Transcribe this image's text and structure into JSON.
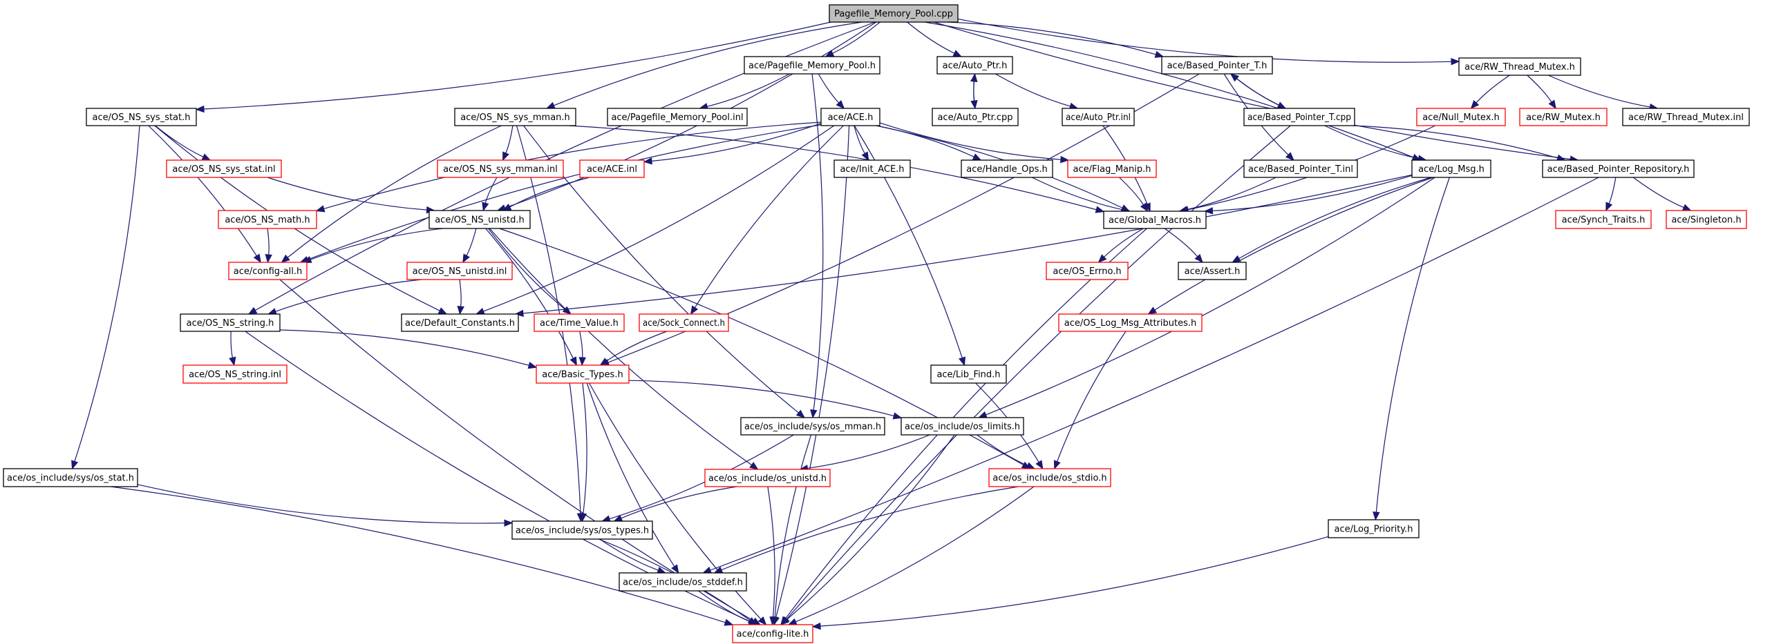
{
  "title": "Pagefile_Memory_Pool.cpp",
  "colors": {
    "edge": "#191970",
    "root_fill": "#bfbfbf",
    "documented_border": "#000000",
    "undocumented_border": "#ff0000"
  },
  "nodes": [
    {
      "id": "root",
      "label": "Pagefile_Memory_Pool.cpp",
      "kind": "root"
    },
    {
      "id": "pmp_h",
      "label": "ace/Pagefile_Memory_Pool.h",
      "kind": "documented"
    },
    {
      "id": "auto_h",
      "label": "ace/Auto_Ptr.h",
      "kind": "documented"
    },
    {
      "id": "bpt_h",
      "label": "ace/Based_Pointer_T.h",
      "kind": "documented"
    },
    {
      "id": "rwtm_h",
      "label": "ace/RW_Thread_Mutex.h",
      "kind": "documented"
    },
    {
      "id": "sysstat_h",
      "label": "ace/OS_NS_sys_stat.h",
      "kind": "documented"
    },
    {
      "id": "sysmman_h",
      "label": "ace/OS_NS_sys_mman.h",
      "kind": "documented"
    },
    {
      "id": "pmp_inl",
      "label": "ace/Pagefile_Memory_Pool.inl",
      "kind": "documented"
    },
    {
      "id": "ace_h",
      "label": "ace/ACE.h",
      "kind": "documented"
    },
    {
      "id": "auto_cpp",
      "label": "ace/Auto_Ptr.cpp",
      "kind": "documented"
    },
    {
      "id": "auto_inl",
      "label": "ace/Auto_Ptr.inl",
      "kind": "documented"
    },
    {
      "id": "bpt_cpp",
      "label": "ace/Based_Pointer_T.cpp",
      "kind": "documented"
    },
    {
      "id": "nullmutex_h",
      "label": "ace/Null_Mutex.h",
      "kind": "undocumented"
    },
    {
      "id": "rwmutex_h",
      "label": "ace/RW_Mutex.h",
      "kind": "undocumented"
    },
    {
      "id": "rwtm_inl",
      "label": "ace/RW_Thread_Mutex.inl",
      "kind": "documented"
    },
    {
      "id": "sysstat_inl",
      "label": "ace/OS_NS_sys_stat.inl",
      "kind": "undocumented"
    },
    {
      "id": "sysmman_inl",
      "label": "ace/OS_NS_sys_mman.inl",
      "kind": "undocumented"
    },
    {
      "id": "ace_inl",
      "label": "ace/ACE.inl",
      "kind": "undocumented"
    },
    {
      "id": "initace_h",
      "label": "ace/Init_ACE.h",
      "kind": "documented"
    },
    {
      "id": "handleops_h",
      "label": "ace/Handle_Ops.h",
      "kind": "documented"
    },
    {
      "id": "flagmanip_h",
      "label": "ace/Flag_Manip.h",
      "kind": "undocumented"
    },
    {
      "id": "bpt_inl",
      "label": "ace/Based_Pointer_T.inl",
      "kind": "documented"
    },
    {
      "id": "logmsg_h",
      "label": "ace/Log_Msg.h",
      "kind": "documented"
    },
    {
      "id": "bpr_h",
      "label": "ace/Based_Pointer_Repository.h",
      "kind": "documented"
    },
    {
      "id": "math_h",
      "label": "ace/OS_NS_math.h",
      "kind": "undocumented"
    },
    {
      "id": "unistd_h",
      "label": "ace/OS_NS_unistd.h",
      "kind": "documented"
    },
    {
      "id": "globalmacros_h",
      "label": "ace/Global_Macros.h",
      "kind": "documented"
    },
    {
      "id": "synchtraits_h",
      "label": "ace/Synch_Traits.h",
      "kind": "undocumented"
    },
    {
      "id": "singleton_h",
      "label": "ace/Singleton.h",
      "kind": "undocumented"
    },
    {
      "id": "configall_h",
      "label": "ace/config-all.h",
      "kind": "undocumented"
    },
    {
      "id": "unistd_inl",
      "label": "ace/OS_NS_unistd.inl",
      "kind": "undocumented"
    },
    {
      "id": "oserrno_h",
      "label": "ace/OS_Errno.h",
      "kind": "undocumented"
    },
    {
      "id": "assert_h",
      "label": "ace/Assert.h",
      "kind": "documented"
    },
    {
      "id": "string_h",
      "label": "ace/OS_NS_string.h",
      "kind": "documented"
    },
    {
      "id": "defconst_h",
      "label": "ace/Default_Constants.h",
      "kind": "documented"
    },
    {
      "id": "timevalue_h",
      "label": "ace/Time_Value.h",
      "kind": "undocumented"
    },
    {
      "id": "sockconnect_h",
      "label": "ace/Sock_Connect.h",
      "kind": "undocumented"
    },
    {
      "id": "oslogmsgattr_h",
      "label": "ace/OS_Log_Msg_Attributes.h",
      "kind": "undocumented"
    },
    {
      "id": "string_inl",
      "label": "ace/OS_NS_string.inl",
      "kind": "undocumented"
    },
    {
      "id": "basictypes_h",
      "label": "ace/Basic_Types.h",
      "kind": "undocumented"
    },
    {
      "id": "libfind_h",
      "label": "ace/Lib_Find.h",
      "kind": "documented"
    },
    {
      "id": "os_mman_h",
      "label": "ace/os_include/sys/os_mman.h",
      "kind": "documented"
    },
    {
      "id": "os_limits_h",
      "label": "ace/os_include/os_limits.h",
      "kind": "documented"
    },
    {
      "id": "os_stat_h",
      "label": "ace/os_include/sys/os_stat.h",
      "kind": "documented"
    },
    {
      "id": "os_unistd_h",
      "label": "ace/os_include/os_unistd.h",
      "kind": "undocumented"
    },
    {
      "id": "os_stdio_h",
      "label": "ace/os_include/os_stdio.h",
      "kind": "undocumented"
    },
    {
      "id": "os_types_h",
      "label": "ace/os_include/sys/os_types.h",
      "kind": "documented"
    },
    {
      "id": "logpriority_h",
      "label": "ace/Log_Priority.h",
      "kind": "documented"
    },
    {
      "id": "os_stddef_h",
      "label": "ace/os_include/os_stddef.h",
      "kind": "documented"
    },
    {
      "id": "configlite_h",
      "label": "ace/config-lite.h",
      "kind": "undocumented"
    }
  ],
  "edges": [
    [
      "root",
      "pmp_h"
    ],
    [
      "root",
      "auto_h"
    ],
    [
      "root",
      "bpt_h"
    ],
    [
      "root",
      "rwtm_h"
    ],
    [
      "root",
      "sysstat_h"
    ],
    [
      "root",
      "sysmman_h"
    ],
    [
      "root",
      "unistd_h"
    ],
    [
      "root",
      "string_h"
    ],
    [
      "root",
      "logmsg_h"
    ],
    [
      "root",
      "bpr_h"
    ],
    [
      "pmp_h",
      "pmp_inl"
    ],
    [
      "pmp_h",
      "ace_h"
    ],
    [
      "pmp_h",
      "os_mman_h"
    ],
    [
      "auto_h",
      "auto_cpp"
    ],
    [
      "auto_cpp",
      "auto_h"
    ],
    [
      "auto_h",
      "auto_inl"
    ],
    [
      "auto_inl",
      "globalmacros_h"
    ],
    [
      "bpt_h",
      "bpt_cpp"
    ],
    [
      "bpt_cpp",
      "bpt_h"
    ],
    [
      "bpt_h",
      "bpt_inl"
    ],
    [
      "bpt_h",
      "basictypes_h"
    ],
    [
      "bpt_cpp",
      "logmsg_h"
    ],
    [
      "bpt_cpp",
      "bpr_h"
    ],
    [
      "bpt_cpp",
      "configlite_h"
    ],
    [
      "bpt_inl",
      "globalmacros_h"
    ],
    [
      "rwtm_h",
      "nullmutex_h"
    ],
    [
      "rwtm_h",
      "rwmutex_h"
    ],
    [
      "rwtm_h",
      "rwtm_inl"
    ],
    [
      "nullmutex_h",
      "globalmacros_h"
    ],
    [
      "sysstat_h",
      "sysstat_inl"
    ],
    [
      "sysstat_h",
      "configall_h"
    ],
    [
      "sysstat_h",
      "defconst_h"
    ],
    [
      "sysstat_h",
      "os_stat_h"
    ],
    [
      "sysstat_inl",
      "unistd_h"
    ],
    [
      "sysmman_h",
      "sysmman_inl"
    ],
    [
      "sysmman_h",
      "configall_h"
    ],
    [
      "sysmman_h",
      "globalmacros_h"
    ],
    [
      "sysmman_h",
      "os_mman_h"
    ],
    [
      "sysmman_h",
      "os_types_h"
    ],
    [
      "sysmman_inl",
      "unistd_h"
    ],
    [
      "ace_h",
      "ace_inl"
    ],
    [
      "ace_h",
      "initace_h"
    ],
    [
      "ace_h",
      "handleops_h"
    ],
    [
      "ace_h",
      "flagmanip_h"
    ],
    [
      "ace_h",
      "globalmacros_h"
    ],
    [
      "ace_h",
      "math_h"
    ],
    [
      "ace_h",
      "defconst_h"
    ],
    [
      "ace_h",
      "sockconnect_h"
    ],
    [
      "ace_h",
      "libfind_h"
    ],
    [
      "ace_h",
      "configall_h"
    ],
    [
      "ace_h",
      "configlite_h"
    ],
    [
      "ace_inl",
      "unistd_h"
    ],
    [
      "math_h",
      "configall_h"
    ],
    [
      "unistd_h",
      "configall_h"
    ],
    [
      "unistd_h",
      "unistd_inl"
    ],
    [
      "unistd_h",
      "timevalue_h"
    ],
    [
      "unistd_h",
      "basictypes_h"
    ],
    [
      "unistd_h",
      "os_unistd_h"
    ],
    [
      "unistd_h",
      "os_stdio_h"
    ],
    [
      "unistd_inl",
      "string_h"
    ],
    [
      "unistd_inl",
      "defconst_h"
    ],
    [
      "handleops_h",
      "globalmacros_h"
    ],
    [
      "flagmanip_h",
      "globalmacros_h"
    ],
    [
      "globalmacros_h",
      "oserrno_h"
    ],
    [
      "globalmacros_h",
      "assert_h"
    ],
    [
      "globalmacros_h",
      "configlite_h"
    ],
    [
      "logmsg_h",
      "globalmacros_h"
    ],
    [
      "logmsg_h",
      "assert_h"
    ],
    [
      "logmsg_h",
      "defconst_h"
    ],
    [
      "logmsg_h",
      "oslogmsgattr_h"
    ],
    [
      "logmsg_h",
      "os_limits_h"
    ],
    [
      "logmsg_h",
      "logpriority_h"
    ],
    [
      "bpr_h",
      "synchtraits_h"
    ],
    [
      "bpr_h",
      "singleton_h"
    ],
    [
      "bpr_h",
      "os_stddef_h"
    ],
    [
      "string_h",
      "string_inl"
    ],
    [
      "string_h",
      "basictypes_h"
    ],
    [
      "string_h",
      "configlite_h"
    ],
    [
      "timevalue_h",
      "basictypes_h"
    ],
    [
      "sockconnect_h",
      "basictypes_h"
    ],
    [
      "basictypes_h",
      "os_types_h"
    ],
    [
      "basictypes_h",
      "os_stddef_h"
    ],
    [
      "basictypes_h",
      "os_limits_h"
    ],
    [
      "basictypes_h",
      "configlite_h"
    ],
    [
      "libfind_h",
      "os_stdio_h"
    ],
    [
      "oslogmsgattr_h",
      "os_stdio_h"
    ],
    [
      "os_mman_h",
      "os_types_h"
    ],
    [
      "os_mman_h",
      "configlite_h"
    ],
    [
      "os_limits_h",
      "os_unistd_h"
    ],
    [
      "os_limits_h",
      "os_stdio_h"
    ],
    [
      "os_limits_h",
      "configlite_h"
    ],
    [
      "os_unistd_h",
      "os_types_h"
    ],
    [
      "os_unistd_h",
      "configlite_h"
    ],
    [
      "os_stdio_h",
      "os_stddef_h"
    ],
    [
      "os_stdio_h",
      "configlite_h"
    ],
    [
      "os_stat_h",
      "os_types_h"
    ],
    [
      "os_stat_h",
      "configlite_h"
    ],
    [
      "os_types_h",
      "os_stddef_h"
    ],
    [
      "os_types_h",
      "configlite_h"
    ],
    [
      "os_stddef_h",
      "configlite_h"
    ],
    [
      "logpriority_h",
      "configlite_h"
    ],
    [
      "configall_h",
      "configlite_h"
    ]
  ]
}
